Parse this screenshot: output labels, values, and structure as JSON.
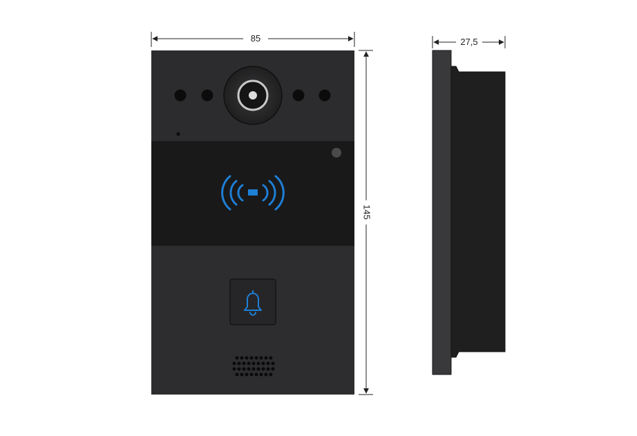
{
  "dimensions": {
    "width": "85",
    "height": "145",
    "depth": "27,5"
  },
  "colors": {
    "panel_top": "#2c2c2e",
    "panel_mid": "#1a1a1b",
    "panel_bottom": "#2d2d2f",
    "accent_blue": "#1e7fd6",
    "line": "#222222"
  },
  "icons": {
    "rfid": "rfid-waves-icon",
    "bell": "bell-icon"
  }
}
